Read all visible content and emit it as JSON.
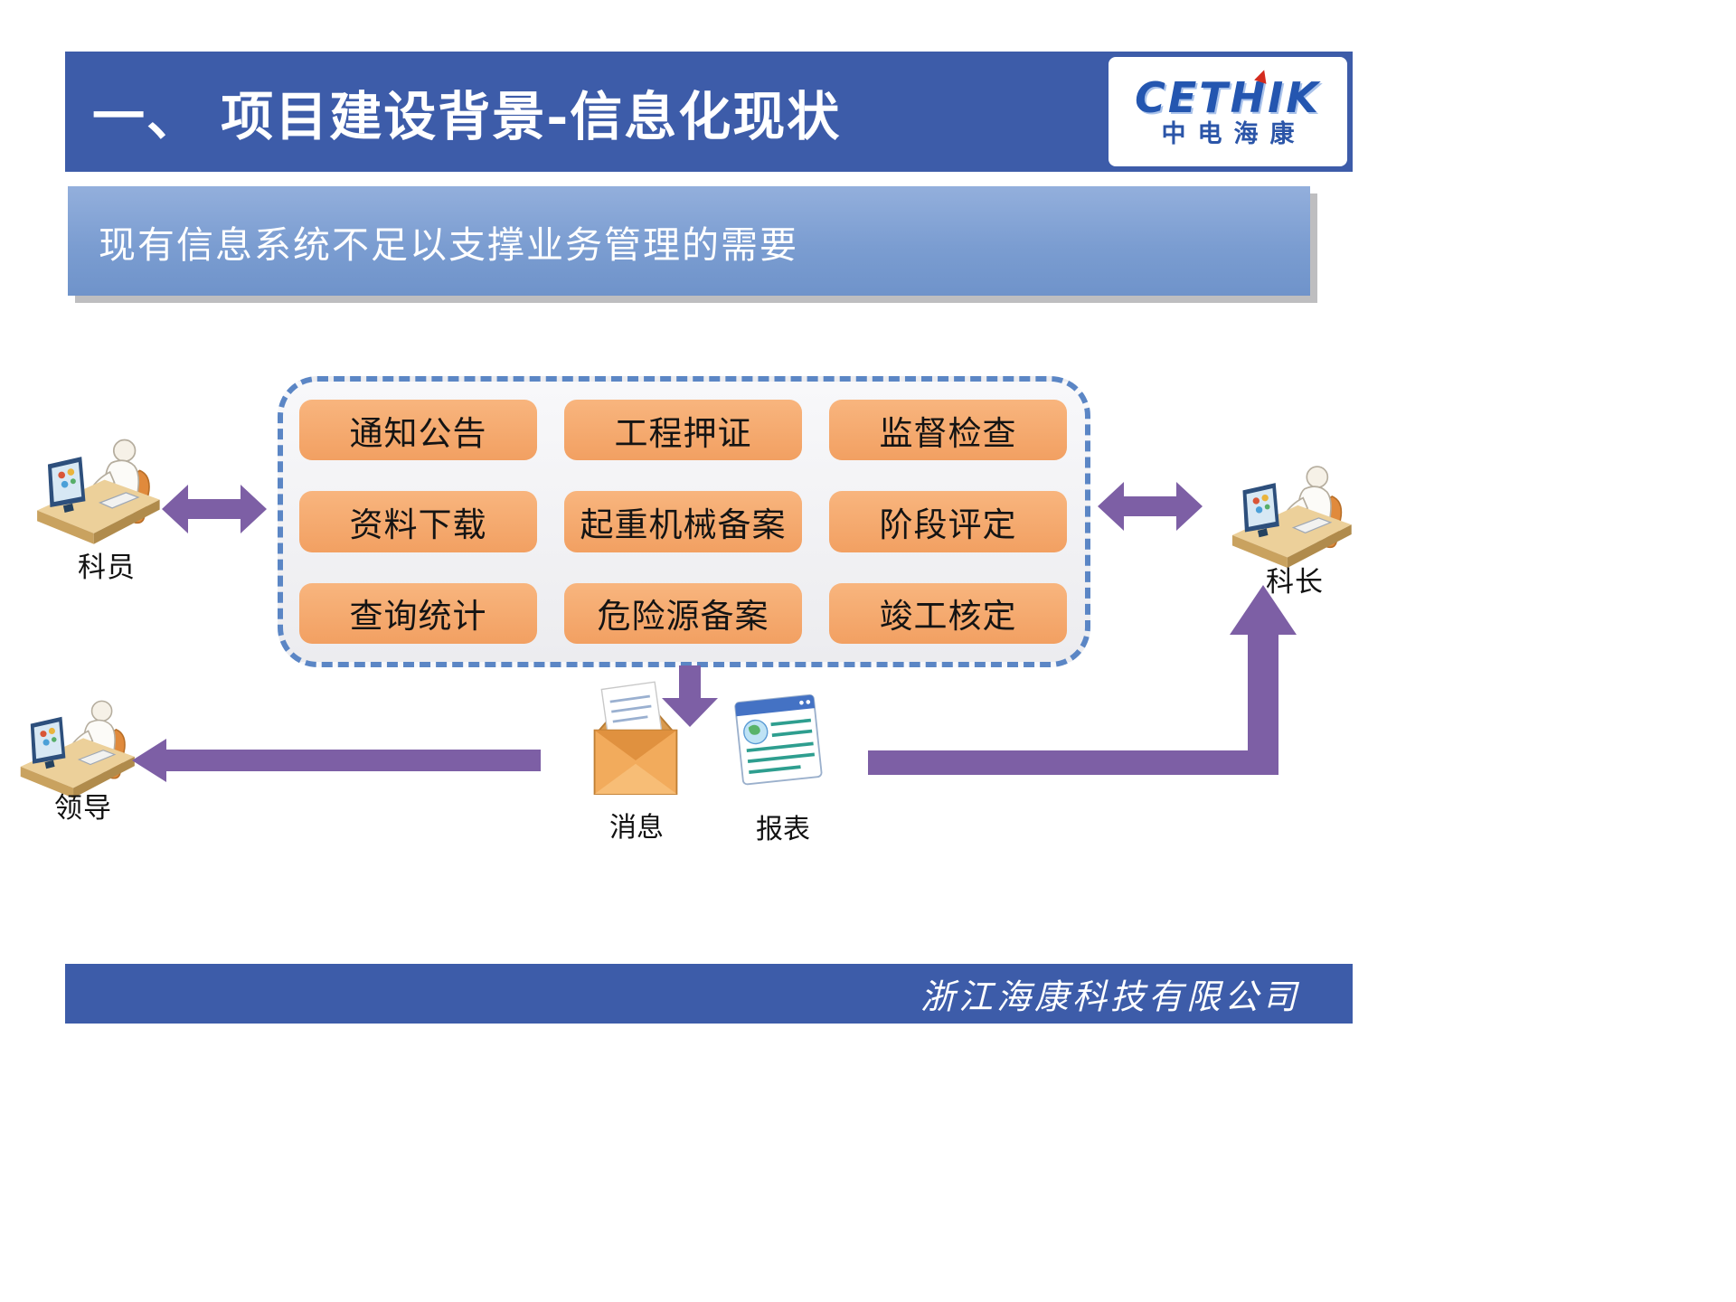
{
  "header": {
    "title": "一、 项目建设背景-信息化现状"
  },
  "logo": {
    "brand": "CETHIK",
    "brand_cn": "中电海康"
  },
  "banner": {
    "text": "现有信息系统不足以支撑业务管理的需要"
  },
  "modules": [
    "通知公告",
    "工程押证",
    "监督检查",
    "资料下载",
    "起重机械备案",
    "阶段评定",
    "查询统计",
    "危险源备案",
    "竣工核定"
  ],
  "actors": {
    "staff": "科员",
    "chief": "科长",
    "leader": "领导"
  },
  "artifacts": {
    "message": "消息",
    "report": "报表"
  },
  "footer": {
    "company": "浙江海康科技有限公司"
  },
  "icons": {
    "person_desk": "person-at-computer-desk-icon",
    "message": "open-envelope-icon",
    "report": "report-window-icon",
    "arrow": "purple-flow-arrow"
  },
  "colors": {
    "header_blue": "#3d5ca9",
    "banner_blue": "#7b9dd1",
    "module_orange": "#f5a96e",
    "dashed_border_blue": "#5b86c5",
    "arrow_purple": "#7d5fa5",
    "logo_blue": "#2456b0",
    "logo_red": "#d42b1e"
  }
}
